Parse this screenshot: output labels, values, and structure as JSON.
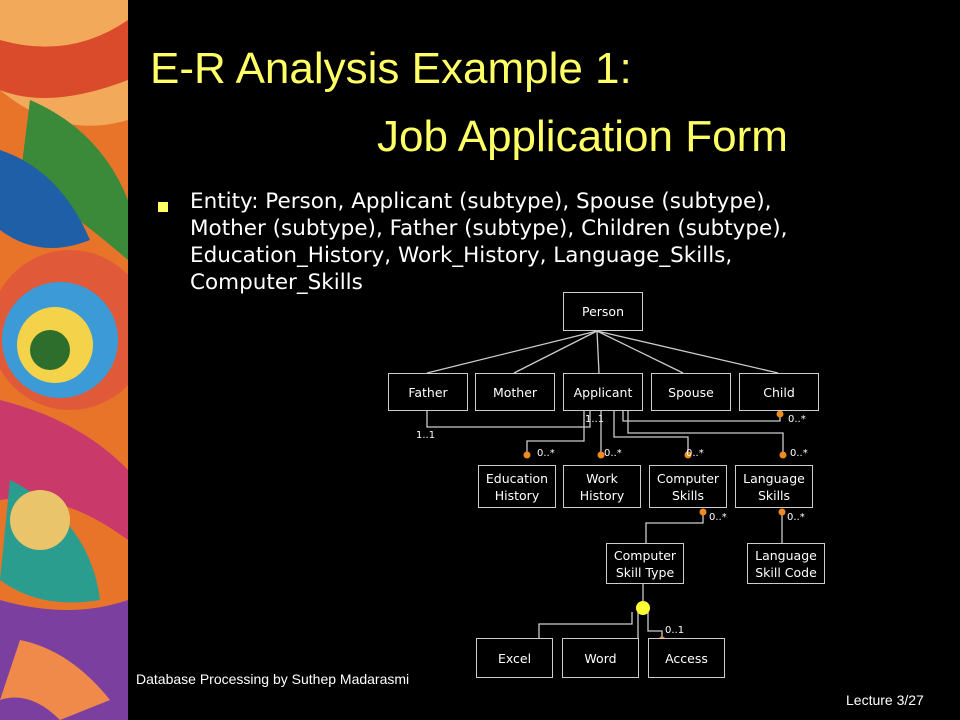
{
  "slide": {
    "title_line1": "E-R Analysis Example 1:",
    "title_line2": "Job Application Form",
    "bullet_lines": [
      "Entity: Person, Applicant (subtype),  Spouse (subtype),",
      "Mother (subtype), Father (subtype), Children (subtype),",
      "Education_History, Work_History, Language_Skills,",
      "Computer_Skills"
    ],
    "footer_left": "Database Processing by Suthep Madarasmi",
    "footer_right": "Lecture 3/27"
  },
  "diagram": {
    "entities": {
      "person": "Person",
      "father": "Father",
      "mother": "Mother",
      "applicant": "Applicant",
      "spouse": "Spouse",
      "child": "Child",
      "education_history": [
        "Education",
        "History"
      ],
      "work_history": [
        "Work",
        "History"
      ],
      "computer_skills": [
        "Computer",
        "Skills"
      ],
      "language_skills": [
        "Language",
        "Skills"
      ],
      "computer_skill_type": [
        "Computer",
        "Skill Type"
      ],
      "language_skill_code": [
        "Language",
        "Skill Code"
      ],
      "excel": "Excel",
      "word": "Word",
      "access": "Access"
    },
    "cardinalities": {
      "father_applicant": "1..1",
      "applicant_father": "1..1",
      "child_applicant": "0..*",
      "education": "0..*",
      "work": "0..*",
      "computer": "0..*",
      "language": "0..*",
      "computer_skill_type": "0..*",
      "language_skill_code": "0..*",
      "access": "0..1"
    },
    "colors": {
      "dot": "#f08c1e",
      "subtype_marker": "#ffff33",
      "line": "#cccccc",
      "title": "#ffff66"
    }
  }
}
